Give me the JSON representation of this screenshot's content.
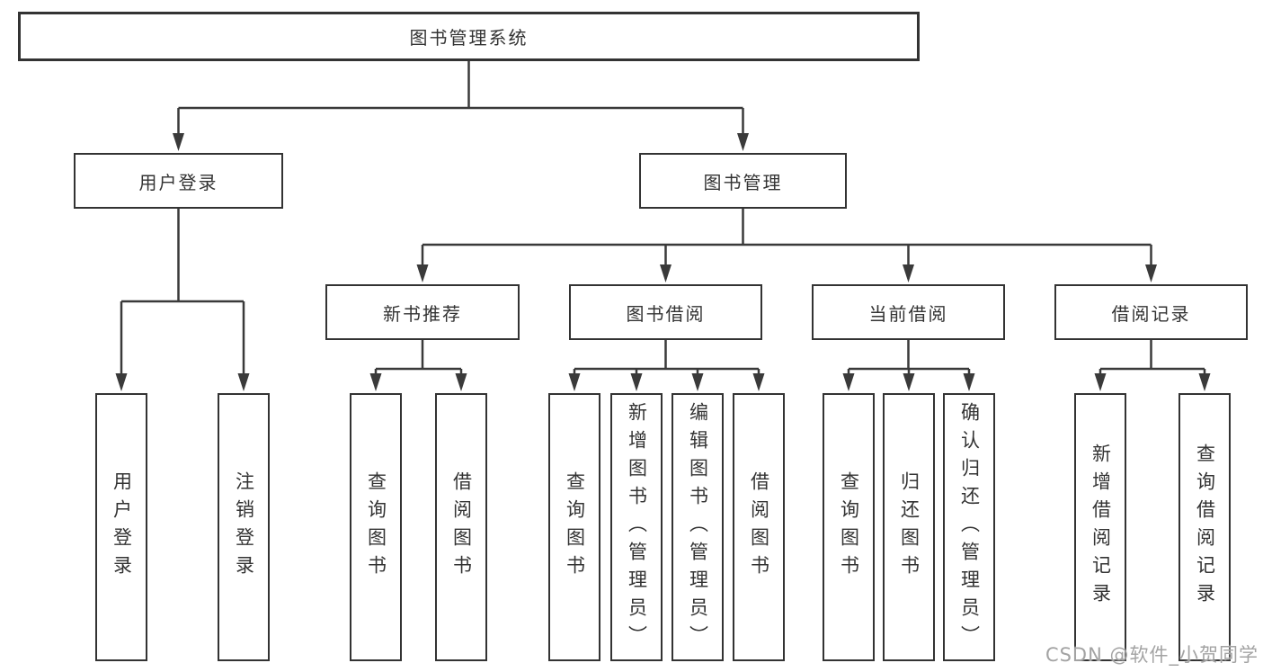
{
  "colors": {
    "background": "#ffffff",
    "line": "#3a3a3a",
    "box_border": "#333333",
    "text": "#333333",
    "watermark": "#a3a3a3"
  },
  "watermark": {
    "text": "CSDN @软件_小贺同学"
  },
  "tree": {
    "root": {
      "label": "图书管理系统",
      "children": [
        {
          "label": "用户登录",
          "children": [
            {
              "label": "用户登录"
            },
            {
              "label": "注销登录"
            }
          ]
        },
        {
          "label": "图书管理",
          "children": [
            {
              "label": "新书推荐",
              "children": [
                {
                  "label": "查询图书"
                },
                {
                  "label": "借阅图书"
                }
              ]
            },
            {
              "label": "图书借阅",
              "children": [
                {
                  "label": "查询图书"
                },
                {
                  "label": "新增图书（管理员）"
                },
                {
                  "label": "编辑图书（管理员）"
                },
                {
                  "label": "借阅图书"
                }
              ]
            },
            {
              "label": "当前借阅",
              "children": [
                {
                  "label": "查询图书"
                },
                {
                  "label": "归还图书"
                },
                {
                  "label": "确认归还（管理员）"
                }
              ]
            },
            {
              "label": "借阅记录",
              "children": [
                {
                  "label": "新增借阅记录"
                },
                {
                  "label": "查询借阅记录"
                }
              ]
            }
          ]
        }
      ]
    }
  }
}
